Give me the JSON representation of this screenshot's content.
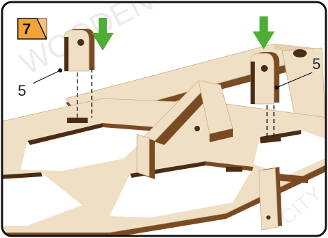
{
  "step": {
    "number": "7"
  },
  "callouts": [
    {
      "label": "5"
    },
    {
      "label": "5"
    }
  ],
  "colors": {
    "frame": "#111111",
    "badge_fill": "#f2a33a",
    "arrow": "#4cae35",
    "plywood_face": "#efdfc4",
    "plywood_edge": "#7a4a22",
    "plywood_dark": "#4a2c14"
  },
  "icons": [
    "down-arrow-icon",
    "down-arrow-icon"
  ]
}
